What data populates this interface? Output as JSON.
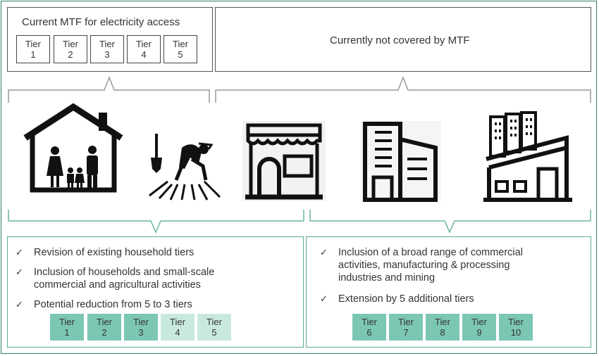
{
  "mtf_box": {
    "title": "Current MTF for electricity access",
    "tiers": [
      [
        "Tier",
        "1"
      ],
      [
        "Tier",
        "2"
      ],
      [
        "Tier",
        "3"
      ],
      [
        "Tier",
        "4"
      ],
      [
        "Tier",
        "5"
      ]
    ]
  },
  "not_covered": {
    "title": "Currently not covered by MTF"
  },
  "icons": [
    "house-family-icon",
    "farmer-icon",
    "shop-icon",
    "office-building-icon",
    "factory-icon"
  ],
  "left_panel": {
    "items": [
      [
        "Revision of existing household tiers"
      ],
      [
        "Inclusion of households and small-scale",
        "commercial and agricultural activities"
      ],
      [
        "Potential reduction from 5 to 3 tiers"
      ]
    ],
    "tiers": [
      {
        "l1": "Tier",
        "l2": "1",
        "shade": "dark"
      },
      {
        "l1": "Tier",
        "l2": "2",
        "shade": "dark"
      },
      {
        "l1": "Tier",
        "l2": "3",
        "shade": "dark"
      },
      {
        "l1": "Tier",
        "l2": "4",
        "shade": "light"
      },
      {
        "l1": "Tier",
        "l2": "5",
        "shade": "light"
      }
    ]
  },
  "right_panel": {
    "items": [
      [
        "Inclusion of a broad range of commercial",
        "activities, manufacturing & processing",
        "industries and mining"
      ],
      [
        "Extension by 5 additional tiers"
      ]
    ],
    "tiers": [
      {
        "l1": "Tier",
        "l2": "6"
      },
      {
        "l1": "Tier",
        "l2": "7"
      },
      {
        "l1": "Tier",
        "l2": "8"
      },
      {
        "l1": "Tier",
        "l2": "9"
      },
      {
        "l1": "Tier",
        "l2": "10"
      }
    ]
  },
  "colors": {
    "accent_dark": "#7cc7b4",
    "accent_light": "#c9e9e0",
    "frame": "#2e7d6b"
  }
}
